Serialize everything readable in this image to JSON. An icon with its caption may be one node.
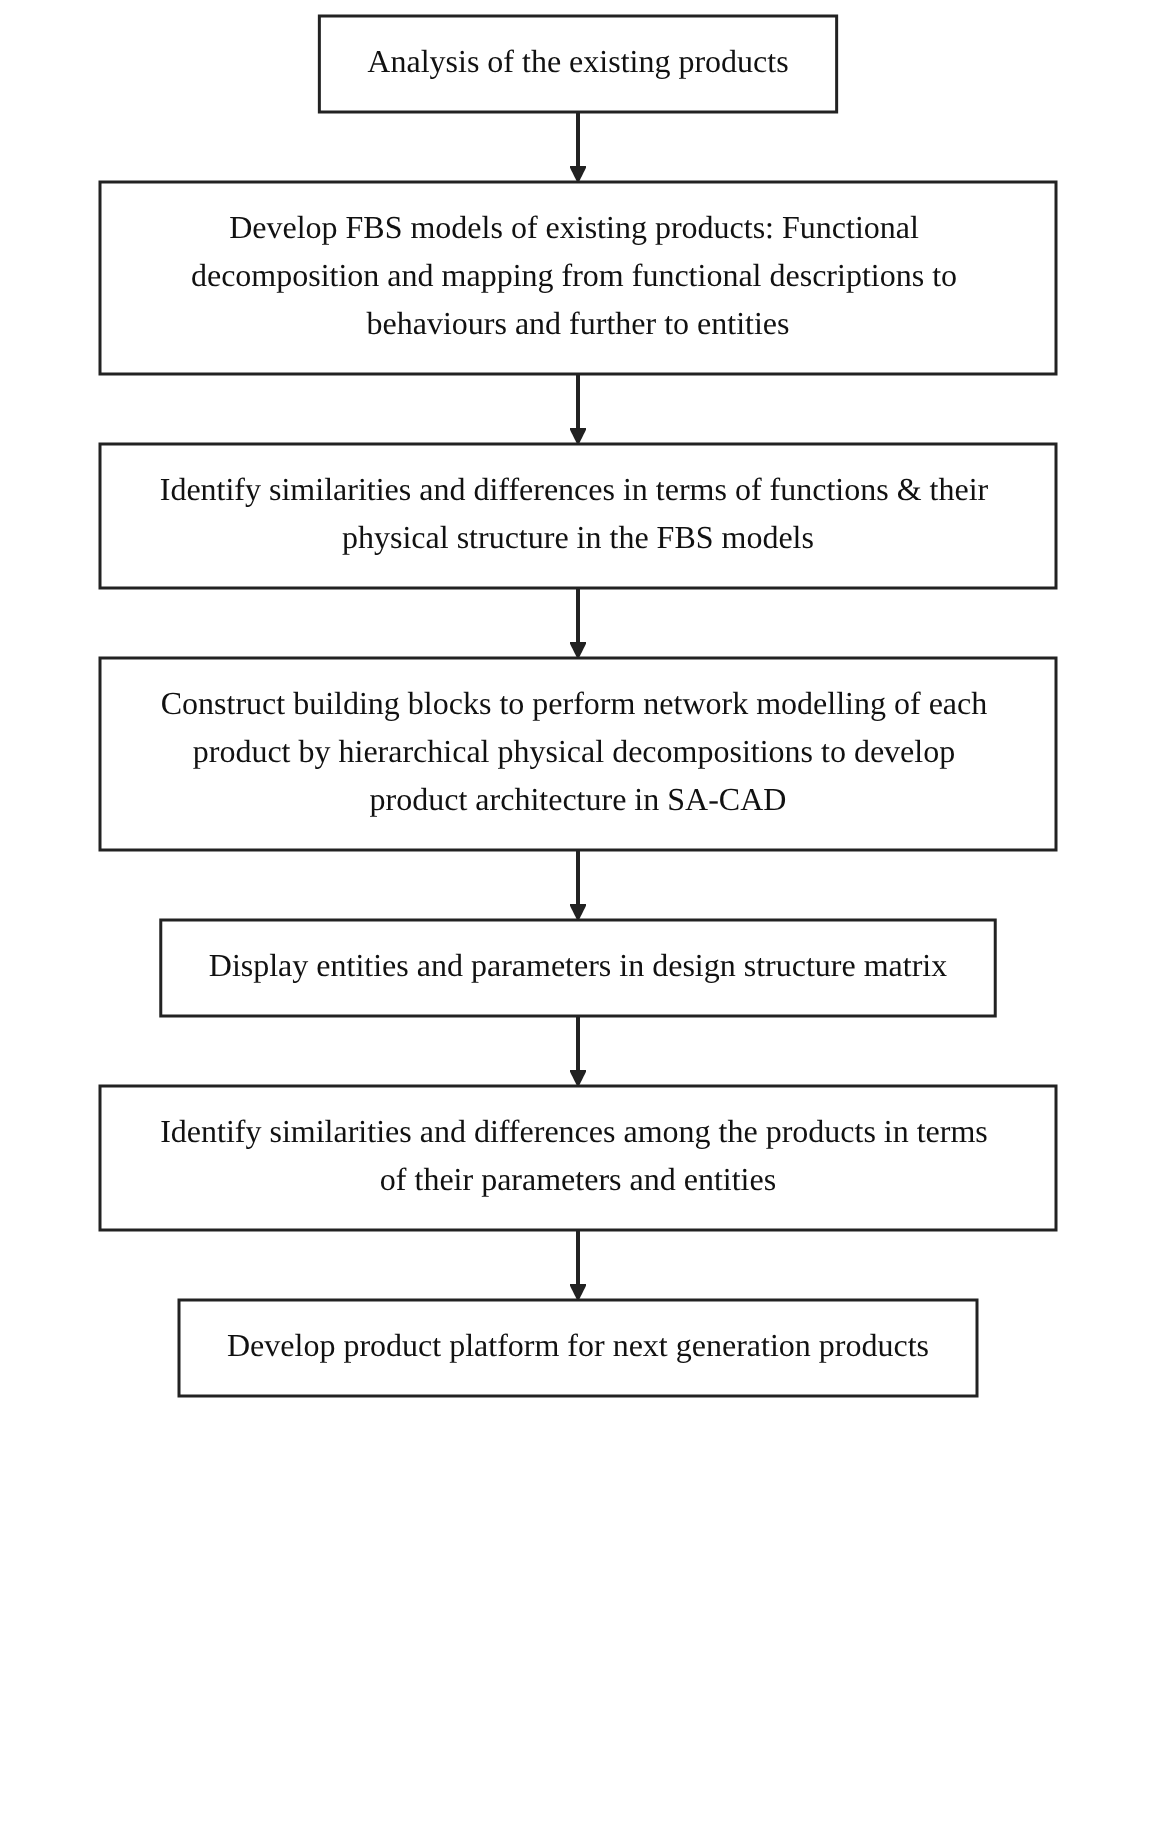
{
  "diagram": {
    "nodes": [
      {
        "text": [
          "Analysis of the existing products"
        ]
      },
      {
        "text": [
          "Develop FBS models of existing products: Functional decomposition and mapping from functional descriptions to behaviours and further to entities"
        ]
      },
      {
        "text": [
          "Identify similarities and differences in terms of functions & their physical structure in the FBS models"
        ]
      },
      {
        "text": [
          "Construct building blocks to perform network modelling of each product by hierarchical physical decompositions to develop product architecture in SA-CAD"
        ]
      },
      {
        "text": [
          "Display entities and parameters in design structure matrix"
        ]
      },
      {
        "text": [
          "Identify similarities and differences among the products in terms of their parameters and entities"
        ]
      },
      {
        "text": [
          "Develop product platform for next generation products"
        ]
      }
    ],
    "edges": [
      {
        "from": 0,
        "to": 1,
        "arrow": "to"
      },
      {
        "from": 1,
        "to": 2,
        "arrow": "to"
      },
      {
        "from": 2,
        "to": 3,
        "arrow": "to"
      },
      {
        "from": 3,
        "to": 4,
        "arrow": "to"
      },
      {
        "from": 4,
        "to": 5,
        "arrow": "to"
      },
      {
        "from": 5,
        "to": 6,
        "arrow": "to"
      }
    ]
  }
}
